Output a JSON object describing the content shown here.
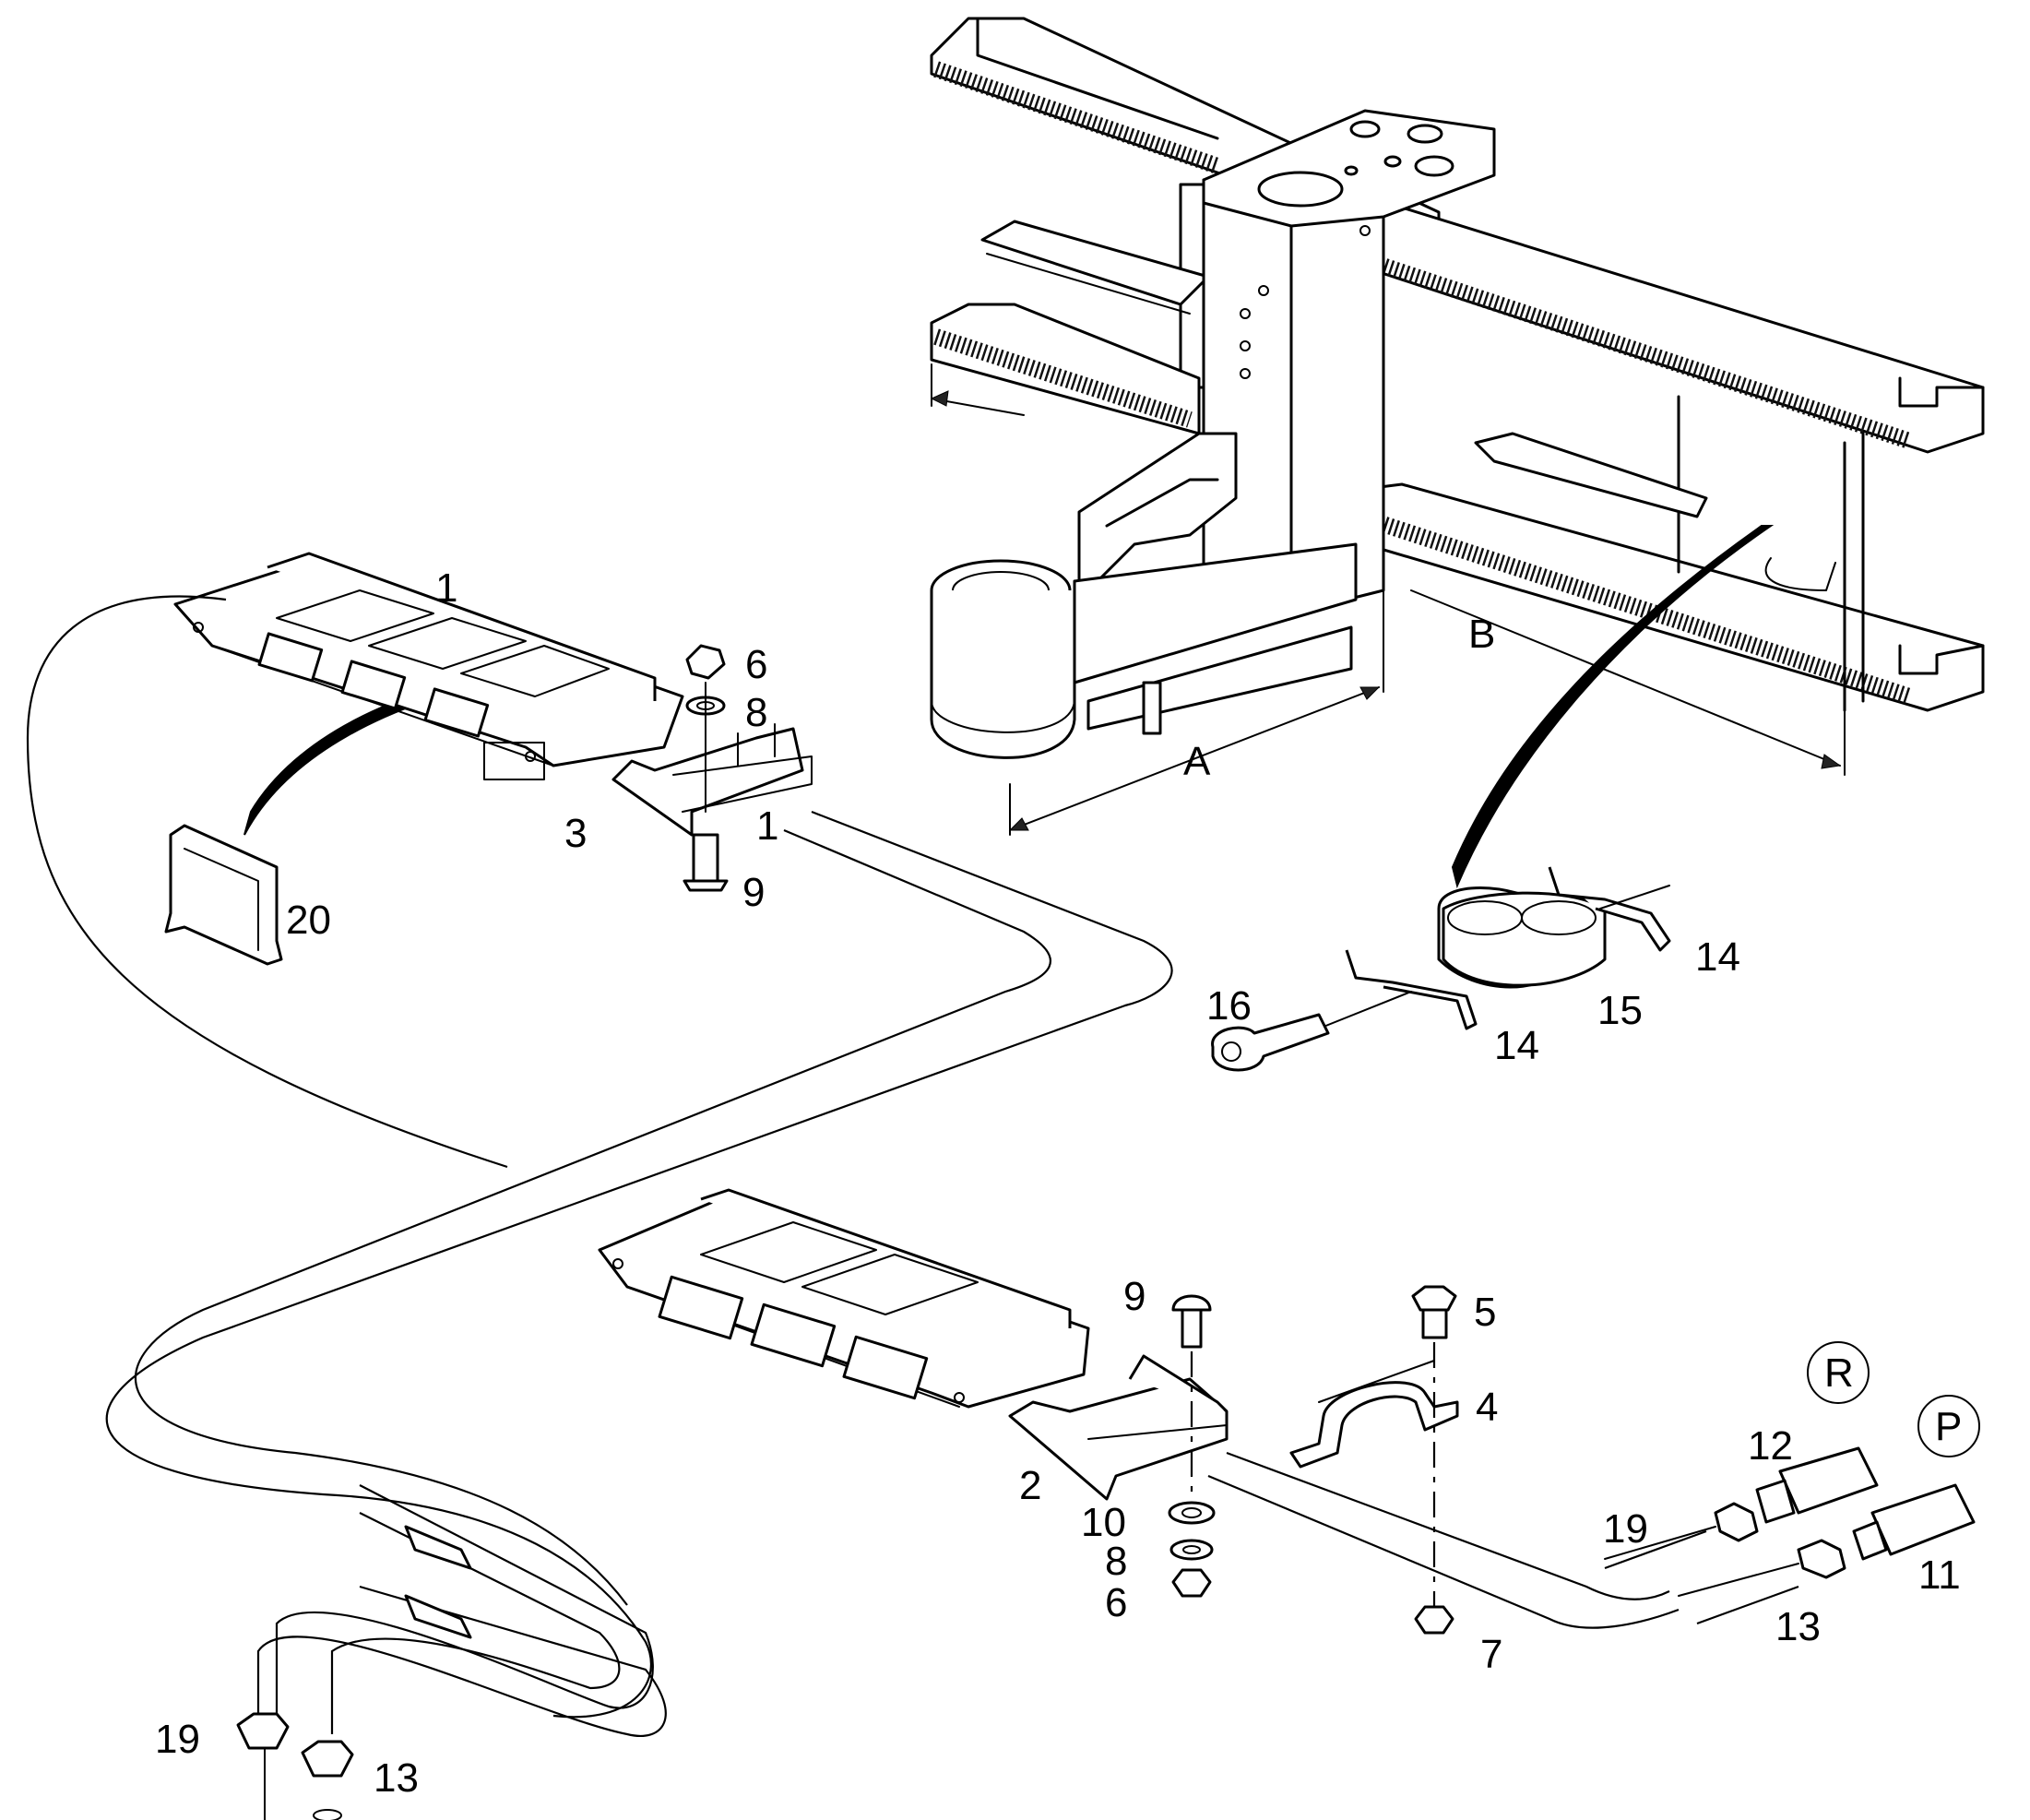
{
  "labels": {
    "n1a": "1",
    "n1b": "1",
    "n2": "2",
    "n3": "3",
    "n4": "4",
    "n5": "5",
    "n6a": "6",
    "n6b": "6",
    "n7": "7",
    "n8a": "8",
    "n8b": "8",
    "n9a": "9",
    "n9b": "9",
    "n10": "10",
    "n11": "11",
    "n12": "12",
    "n13a": "13",
    "n13b": "13",
    "n14a": "14",
    "n14b": "14",
    "n15": "15",
    "n16": "16",
    "n19a": "19",
    "n19b": "19",
    "n20": "20",
    "dimA": "A",
    "dimB": "B",
    "portR": "R",
    "portP": "P"
  }
}
